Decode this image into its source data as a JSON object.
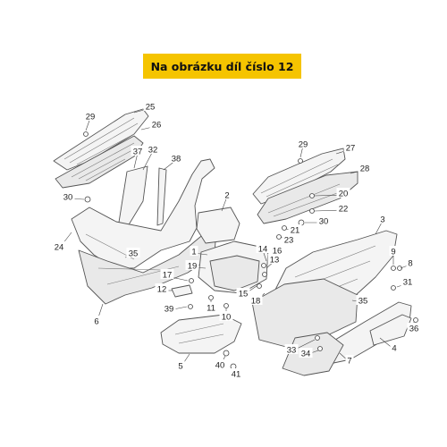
{
  "banner": {
    "text": "Na obrázku díl číslo 12"
  },
  "labels": [
    "1",
    "2",
    "3",
    "4",
    "5",
    "6",
    "7",
    "8",
    "9",
    "10",
    "11",
    "12",
    "13",
    "14",
    "15",
    "16",
    "17",
    "18",
    "19",
    "20",
    "21",
    "22",
    "23",
    "24",
    "25",
    "26",
    "27",
    "28",
    "29",
    "29",
    "30",
    "30",
    "31",
    "32",
    "33",
    "34",
    "35",
    "35",
    "36",
    "37",
    "38",
    "39",
    "40",
    "41"
  ]
}
